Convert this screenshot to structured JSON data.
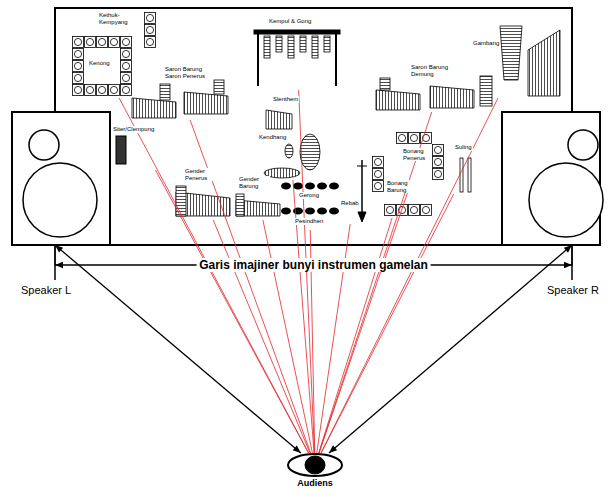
{
  "diagram": {
    "nodes": [
      {
        "text": [
          "Kethuk-Kempyang"
        ]
      },
      {
        "text": [
          "Kenong"
        ]
      },
      {
        "text": [
          "Saron Barung Saron Penerus"
        ]
      },
      {
        "text": [
          "Kempul & Gong"
        ]
      },
      {
        "text": [
          "Saron Barung Demung"
        ]
      },
      {
        "text": [
          "Gambang"
        ]
      },
      {
        "text": [
          "Slenthem"
        ]
      },
      {
        "text": [
          "Siter/Clempung"
        ]
      },
      {
        "text": [
          "Kendhang"
        ]
      },
      {
        "text": [
          "Gender Penerus"
        ]
      },
      {
        "text": [
          "Gender Barung"
        ]
      },
      {
        "text": [
          "Suling"
        ]
      },
      {
        "text": [
          "Bonang Penerus"
        ]
      },
      {
        "text": [
          "Bonang Barung"
        ]
      },
      {
        "text": [
          "Rebab"
        ]
      },
      {
        "text": [
          "Gerong"
        ]
      },
      {
        "text": [
          "Pesindhen"
        ]
      },
      {
        "text": [
          "Speaker L"
        ]
      },
      {
        "text": [
          "Speaker R"
        ]
      },
      {
        "text": [
          "Audiens"
        ]
      }
    ],
    "edges": [
      {
        "from": 17,
        "to": 18,
        "label": "Garis imajiner bunyi instrumen gamelan",
        "arrow": "both"
      },
      {
        "from": 17,
        "to": 19,
        "arrow": "both"
      },
      {
        "from": 18,
        "to": 19,
        "arrow": "both"
      },
      {
        "from": 19,
        "to": 1,
        "arrow": "none"
      },
      {
        "from": 19,
        "to": 2,
        "arrow": "none"
      },
      {
        "from": 19,
        "to": 3,
        "arrow": "none"
      },
      {
        "from": 19,
        "to": 4,
        "arrow": "none"
      },
      {
        "from": 19,
        "to": 5,
        "arrow": "none"
      },
      {
        "from": 19,
        "to": 7,
        "arrow": "none"
      },
      {
        "from": 19,
        "to": 8,
        "arrow": "none"
      },
      {
        "from": 19,
        "to": 9,
        "arrow": "none"
      },
      {
        "from": 19,
        "to": 10,
        "arrow": "none"
      },
      {
        "from": 19,
        "to": 11,
        "arrow": "none"
      },
      {
        "from": 19,
        "to": 12,
        "arrow": "none"
      },
      {
        "from": 19,
        "to": 13,
        "arrow": "none"
      },
      {
        "from": 19,
        "to": 14,
        "arrow": "none"
      },
      {
        "from": 19,
        "to": 16,
        "arrow": "none"
      }
    ]
  }
}
